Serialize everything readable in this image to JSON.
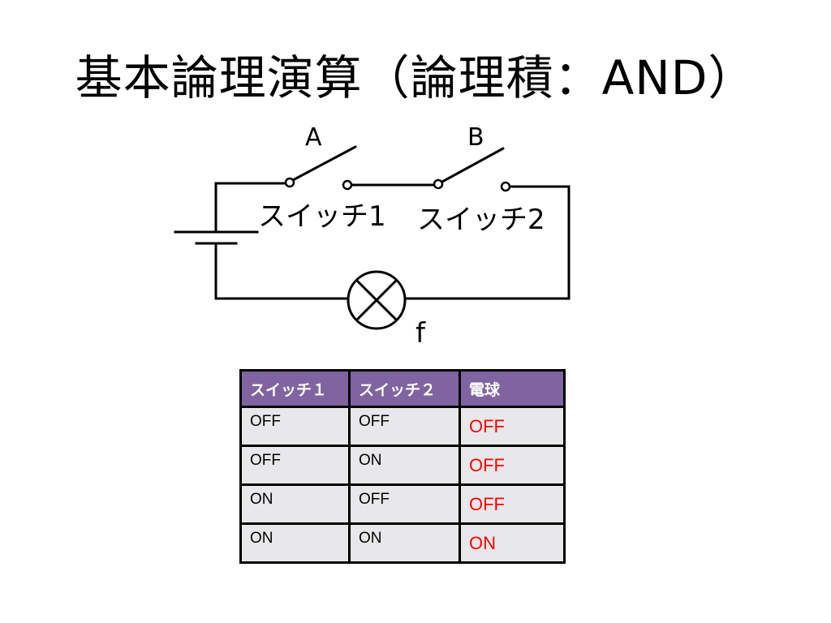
{
  "title": "基本論理演算（論理積：AND）",
  "diagram": {
    "switch_a_label": "A",
    "switch_b_label": "B",
    "switch1_name": "スイッチ1",
    "switch2_name": "スイッチ2",
    "output_label": "f"
  },
  "table": {
    "headers": [
      "スイッチ１",
      "スイッチ２",
      "電球"
    ],
    "rows": [
      [
        "OFF",
        "OFF",
        "OFF"
      ],
      [
        "OFF",
        "ON",
        "OFF"
      ],
      [
        "ON",
        "OFF",
        "OFF"
      ],
      [
        "ON",
        "ON",
        "ON"
      ]
    ]
  },
  "colors": {
    "header_bg": "#8064a2",
    "header_text": "#ffffff",
    "cell_bg": "#e8e8ea",
    "output_text": "#ff0000"
  }
}
